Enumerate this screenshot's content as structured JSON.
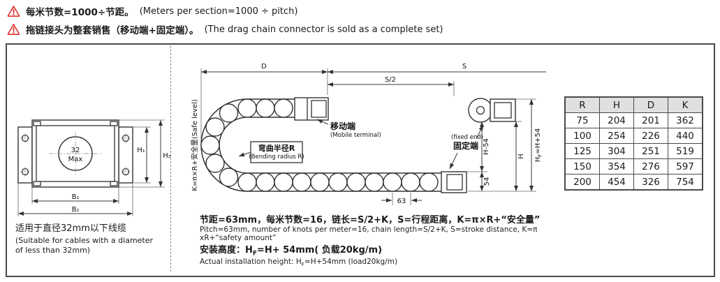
{
  "warnings": [
    {
      "zh": "每米节数=1000÷节距。",
      "en": "(Meters per section=1000 ÷ pitch)"
    },
    {
      "zh": "拖链接头为整套销售（移动端+固定端）。",
      "en": "(The drag chain connector is sold as a complete set)"
    }
  ],
  "left_view": {
    "circle_value": "32",
    "circle_unit": "Max",
    "dim_b1": "B₁",
    "dim_b2": "B₂",
    "dim_h1": "H₁",
    "dim_h2": "H₂",
    "caption_zh": "适用于直径32mm以下线缆",
    "caption_en_1": "(Suitable for cables with a diameter",
    "caption_en_2": "of less than 32mm)"
  },
  "diagram": {
    "dim_d": "D",
    "dim_s": "S",
    "dim_s2": "S/2",
    "dim_63": "63",
    "dim_h54": "H-54",
    "dim_54": "54",
    "dim_h": "H",
    "hf_h": "H",
    "hf_f": "F",
    "hf_rest": "=H+54",
    "k_formula": "K=π×R+安全量",
    "k_en": "(Safe level)",
    "bend_zh": "弯曲半径R",
    "bend_en": "(Bending radius R)",
    "mobile_zh": "移动端",
    "mobile_en": "(Mobile terminal)",
    "fixed_en": "(fixed end)",
    "fixed_zh": "固定端"
  },
  "notes": {
    "pitch_zh": "节距=63mm，每米节数=16，链长=S/2+K，S=行程距离，K=π×R+“安全量”",
    "pitch_en": "Pitch=63mm, number of knots per meter=16, chain length=S/2+K, S=stroke distance, K=π xR+“safety amount”",
    "install_zh_prefix": "安装高度：H",
    "install_sub": "F",
    "install_zh_rest": "=H+ 54mm( 负载20kg/m)",
    "install_en_prefix": "Actual installation height: H",
    "install_en_rest": "=H+54mm (load20kg/m)"
  },
  "table": {
    "headers": [
      "R",
      "H",
      "D",
      "K"
    ],
    "rows": [
      [
        "75",
        "204",
        "201",
        "362"
      ],
      [
        "100",
        "254",
        "226",
        "440"
      ],
      [
        "125",
        "304",
        "251",
        "519"
      ],
      [
        "150",
        "354",
        "276",
        "597"
      ],
      [
        "200",
        "454",
        "326",
        "754"
      ]
    ]
  }
}
